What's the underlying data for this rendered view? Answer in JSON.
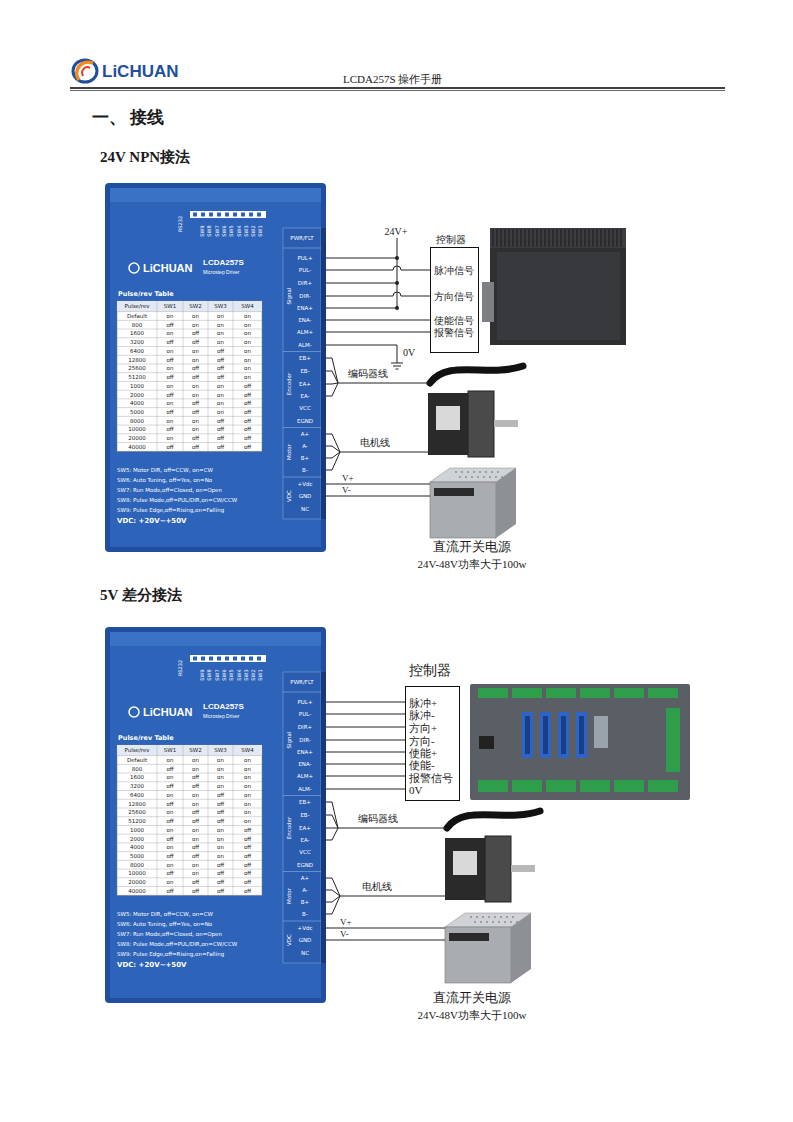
{
  "diagram": {
    "title": "一、 接线",
    "nodes": [
      {
        "text": [
          "LiCHUAN",
          "LCDA257S",
          "Microstep Driver"
        ]
      },
      {
        "text": [
          "控制器",
          "脉冲信号",
          "方向信号",
          "使能信号",
          "报警信号"
        ]
      },
      {
        "text": [
          "直流开关电源",
          "24V-48V功率大于100w"
        ]
      },
      {
        "text": [
          "LiCHUAN",
          "LCDA257S",
          "Microstep Driver"
        ]
      },
      {
        "text": [
          "控制器",
          "脉冲+",
          "脉冲-",
          "方向+",
          "方向-",
          "使能+",
          "使能-",
          "报警信号",
          "0V"
        ]
      },
      {
        "text": [
          "直流开关电源",
          "24V-48V功率大于100w"
        ]
      }
    ],
    "edges": [
      {
        "from": 0,
        "to": 1,
        "arrow": "none"
      },
      {
        "from": 0,
        "to": 2,
        "arrow": "none"
      },
      {
        "from": 3,
        "to": 4,
        "arrow": "none"
      },
      {
        "from": 3,
        "to": 5,
        "arrow": "none"
      }
    ],
    "labels": [
      "LiCHUAN",
      "LCDA257S 操作手册",
      "24V NPN接法",
      "RS232",
      "SW9",
      "SW8",
      "SW7",
      "SW6",
      "SW5",
      "SW4",
      "SW3",
      "SW2",
      "SW1",
      "PWR/FLT",
      "Pulse/rev Table",
      "Pulse/rev",
      "SW1",
      "SW2",
      "SW3",
      "SW4",
      "Default",
      "on",
      "on",
      "on",
      "on",
      "800",
      "off",
      "on",
      "on",
      "on",
      "1600",
      "on",
      "off",
      "on",
      "on",
      "3200",
      "off",
      "off",
      "on",
      "on",
      "6400",
      "on",
      "on",
      "off",
      "on",
      "12800",
      "off",
      "on",
      "off",
      "on",
      "25600",
      "on",
      "off",
      "off",
      "on",
      "51200",
      "off",
      "off",
      "off",
      "on",
      "1000",
      "on",
      "on",
      "on",
      "off",
      "2000",
      "off",
      "on",
      "on",
      "off",
      "4000",
      "on",
      "off",
      "on",
      "off",
      "5000",
      "off",
      "off",
      "on",
      "off",
      "8000",
      "on",
      "on",
      "off",
      "off",
      "10000",
      "off",
      "on",
      "off",
      "off",
      "20000",
      "on",
      "off",
      "off",
      "off",
      "40000",
      "off",
      "off",
      "off",
      "off",
      "SW5: Motor DIR, off=CCW, on=CW",
      "SW6: Auto Tuning, off=Yes, on=No",
      "SW7: Run Mode,off=Closed, on=Open",
      "SW8: Pulse Mode,off=PUL/DIR,on=CW/CCW",
      "SW9: Pulse Edge,off=Rising,on=Falling",
      "VDC: +20V~+50V",
      "Signal",
      "Encoder",
      "Motor",
      "VDC",
      "PUL+",
      "PUL-",
      "DIR+",
      "DIR-",
      "ENA+",
      "ENA-",
      "ALM+",
      "ALM-",
      "EB+",
      "EB-",
      "EA+",
      "EA-",
      "VCC",
      "EGND",
      "A+",
      "A-",
      "B+",
      "B-",
      "+Vdc",
      "GND",
      "NC",
      "24V+",
      "0V",
      "编码器线",
      "电机线",
      "V+",
      "V-",
      "5V 差分接法",
      "RS232",
      "SW9",
      "SW8",
      "SW7",
      "SW6",
      "SW5",
      "SW4",
      "SW3",
      "SW2",
      "SW1",
      "PWR/FLT",
      "Pulse/rev Table",
      "Pulse/rev",
      "SW1",
      "SW2",
      "SW3",
      "SW4",
      "Default",
      "on",
      "on",
      "on",
      "on",
      "800",
      "off",
      "on",
      "on",
      "on",
      "1600",
      "on",
      "off",
      "on",
      "on",
      "3200",
      "off",
      "off",
      "on",
      "on",
      "6400",
      "on",
      "on",
      "off",
      "on",
      "12800",
      "off",
      "on",
      "off",
      "on",
      "25600",
      "on",
      "off",
      "off",
      "on",
      "51200",
      "off",
      "off",
      "off",
      "on",
      "1000",
      "on",
      "on",
      "on",
      "off",
      "2000",
      "off",
      "on",
      "on",
      "off",
      "4000",
      "on",
      "off",
      "on",
      "off",
      "5000",
      "off",
      "off",
      "on",
      "off",
      "8000",
      "on",
      "on",
      "off",
      "off",
      "10000",
      "off",
      "on",
      "off",
      "off",
      "20000",
      "on",
      "off",
      "off",
      "off",
      "40000",
      "off",
      "off",
      "off",
      "off",
      "SW5: Motor DIR, off=CCW, on=CW",
      "SW6: Auto Tuning, off=Yes, on=No",
      "SW7: Run Mode,off=Closed, on=Open",
      "SW8: Pulse Mode,off=PUL/DIR,on=CW/CCW",
      "SW9: Pulse Edge,off=Rising,on=Falling",
      "VDC: +20V~+50V",
      "Signal",
      "Encoder",
      "Motor",
      "VDC",
      "PUL+",
      "PUL-",
      "DIR+",
      "DIR-",
      "ENA+",
      "ENA-",
      "ALM+",
      "ALM-",
      "EB+",
      "EB-",
      "EA+",
      "EA-",
      "VCC",
      "EGND",
      "A+",
      "A-",
      "B+",
      "B-",
      "+Vdc",
      "GND",
      "NC",
      "编码器线",
      "电机线",
      "V+",
      "V-"
    ]
  }
}
